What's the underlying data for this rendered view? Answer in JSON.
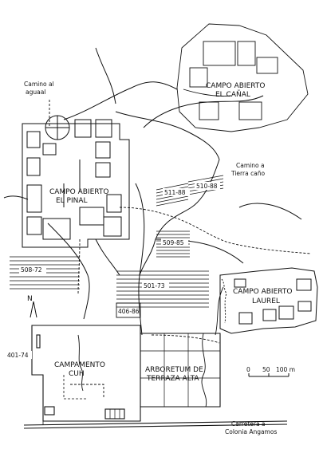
{
  "labels": {
    "campo_canal_1": "CAMPO ABIERTO",
    "campo_canal_2": "EL CAÑAL",
    "campo_pinal_1": "CAMPO ABIERTO",
    "campo_pinal_2": "EL PINAL",
    "campo_laurel_1": "CAMPO ABIERTO",
    "campo_laurel_2": "LAUREL",
    "campamento_1": "CAMPAMENTO",
    "campamento_2": "CUH",
    "arboretum_1": "ARBORETUM DE",
    "arboretum_2": "TERRAZA ALTA",
    "camino_aguaal_1": "Camino al",
    "camino_aguaal_2": "aguaal",
    "camino_tierra_1": "Camino a",
    "camino_tierra_2": "Tierra caño",
    "carretera_1": "Carretera a",
    "carretera_2": "Colonia Angamos",
    "north": "N"
  },
  "plots": {
    "p511": "511-88",
    "p510": "510-88",
    "p509": "509-85",
    "p508": "508-72",
    "p501": "501-73",
    "p406": "406-86",
    "p401": "401-74"
  },
  "scale": {
    "t0": "0",
    "t50": "50",
    "t100": "100 m"
  }
}
